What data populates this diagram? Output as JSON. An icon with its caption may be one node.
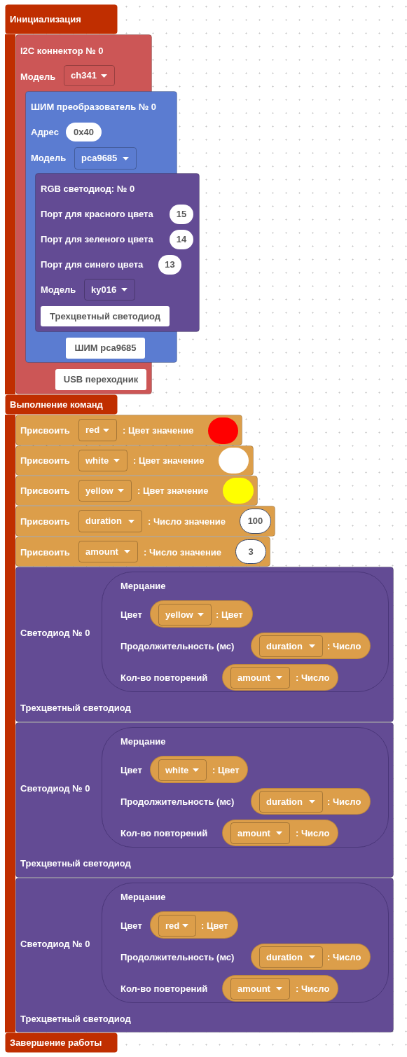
{
  "diagram": {
    "nodes": [
      {
        "text": [
          "Инициализация"
        ]
      },
      {
        "text": [],
        "shape": "bar"
      },
      {
        "text": [
          "I2C коннектор № 0",
          "Модель"
        ]
      },
      {
        "text": [
          "ch341"
        ],
        "in": 2
      },
      {
        "text": [
          "ШИМ преобразователь № 0",
          "Адрес",
          "Модель"
        ],
        "in": 2
      },
      {
        "text": [
          "0x40"
        ],
        "in": 4
      },
      {
        "text": [
          "pca9685"
        ],
        "in": 4
      },
      {
        "text": [
          "RGB светодиод: № 0",
          "Порт для красного цвета",
          "Порт для зеленого цвета",
          "Порт для синего цвета",
          "Модель"
        ],
        "in": 4
      },
      {
        "text": [
          "15"
        ],
        "in": 7
      },
      {
        "text": [
          "14"
        ],
        "in": 7
      },
      {
        "text": [
          "13"
        ],
        "in": 7
      },
      {
        "text": [
          "ky016"
        ],
        "in": 7
      },
      {
        "text": [
          "Трехцветный светодиод"
        ],
        "in": 7
      },
      {
        "text": [
          "ШИМ pca9685"
        ],
        "in": 4
      },
      {
        "text": [
          "USB переходник"
        ],
        "in": 2
      },
      {
        "text": [
          "Выполнение команд"
        ]
      },
      {
        "text": [],
        "shape": "bar"
      },
      {
        "text": [
          "Присвоить",
          ": Цвет значение"
        ]
      },
      {
        "text": [
          "red"
        ],
        "in": 17
      },
      {
        "text": [
          "Присвоить",
          ": Цвет значение"
        ]
      },
      {
        "text": [
          "white"
        ],
        "in": 19
      },
      {
        "text": [
          "Присвоить",
          ": Цвет значение"
        ]
      },
      {
        "text": [
          "yellow"
        ],
        "in": 21
      },
      {
        "text": [
          "Присвоить",
          ": Число значение"
        ]
      },
      {
        "text": [
          "duration"
        ],
        "in": 23
      },
      {
        "text": [
          "100"
        ],
        "in": 23
      },
      {
        "text": [
          "Присвоить",
          ": Число значение"
        ]
      },
      {
        "text": [
          "amount"
        ],
        "in": 26
      },
      {
        "text": [
          "3"
        ],
        "in": 26
      },
      {
        "text": [
          "Светодиод № 0",
          "Трехцветный светодиод"
        ]
      },
      {
        "text": [
          "Мерцание",
          "Цвет",
          "Продолжительность (мс)",
          "Кол-во повторений"
        ],
        "in": 29
      },
      {
        "text": [
          ": Цвет"
        ],
        "in": 30
      },
      {
        "text": [
          "yellow"
        ],
        "in": 31
      },
      {
        "text": [
          ": Число"
        ],
        "in": 30
      },
      {
        "text": [
          "duration"
        ],
        "in": 33
      },
      {
        "text": [
          ": Число"
        ],
        "in": 30
      },
      {
        "text": [
          "amount"
        ],
        "in": 35
      },
      {
        "text": [
          "Светодиод № 0",
          "Трехцветный светодиод"
        ]
      },
      {
        "text": [
          "Мерцание",
          "Цвет",
          "Продолжительность (мс)",
          "Кол-во повторений"
        ],
        "in": 37
      },
      {
        "text": [
          ": Цвет"
        ],
        "in": 38
      },
      {
        "text": [
          "white"
        ],
        "in": 39
      },
      {
        "text": [
          ": Число"
        ],
        "in": 38
      },
      {
        "text": [
          "duration"
        ],
        "in": 41
      },
      {
        "text": [
          ": Число"
        ],
        "in": 38
      },
      {
        "text": [
          "amount"
        ],
        "in": 43
      },
      {
        "text": [
          "Светодиод № 0",
          "Трехцветный светодиод"
        ]
      },
      {
        "text": [
          "Мерцание",
          "Цвет",
          "Продолжительность (мс)",
          "Кол-во повторений"
        ],
        "in": 45
      },
      {
        "text": [
          ": Цвет"
        ],
        "in": 46
      },
      {
        "text": [
          "red"
        ],
        "in": 47
      },
      {
        "text": [
          ": Число"
        ],
        "in": 46
      },
      {
        "text": [
          "duration"
        ],
        "in": 49
      },
      {
        "text": [
          ": Число"
        ],
        "in": 46
      },
      {
        "text": [
          "amount"
        ],
        "in": 51
      },
      {
        "text": [
          "Завершение работы"
        ]
      }
    ]
  }
}
